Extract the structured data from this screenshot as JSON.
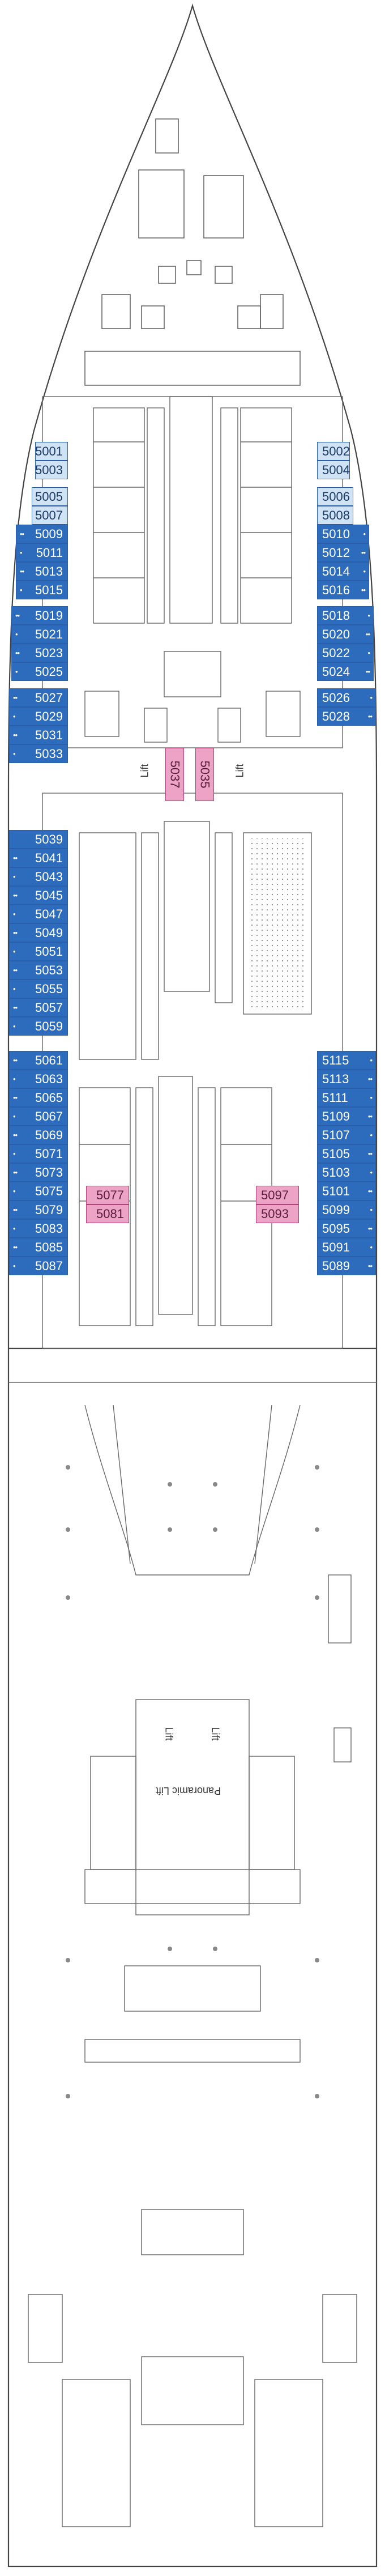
{
  "deck": {
    "left_cabins": [
      {
        "num": "5001",
        "type": "outside",
        "marks": ""
      },
      {
        "num": "5003",
        "type": "outside",
        "marks": ""
      },
      {
        "num": "5005",
        "type": "outside",
        "marks": ""
      },
      {
        "num": "5007",
        "type": "outside",
        "marks": ""
      },
      {
        "num": "5009",
        "type": "balcony",
        "marks": "••"
      },
      {
        "num": "5011",
        "type": "balcony",
        "marks": "•"
      },
      {
        "num": "5013",
        "type": "balcony",
        "marks": "••"
      },
      {
        "num": "5015",
        "type": "balcony",
        "marks": "•"
      },
      {
        "num": "5019",
        "type": "balcony",
        "marks": "••"
      },
      {
        "num": "5021",
        "type": "balcony",
        "marks": "•"
      },
      {
        "num": "5023",
        "type": "balcony",
        "marks": "••"
      },
      {
        "num": "5025",
        "type": "balcony",
        "marks": "•"
      },
      {
        "num": "5027",
        "type": "balcony",
        "marks": "••"
      },
      {
        "num": "5029",
        "type": "balcony",
        "marks": "•"
      },
      {
        "num": "5031",
        "type": "balcony",
        "marks": "••"
      },
      {
        "num": "5033",
        "type": "balcony",
        "marks": "•"
      },
      {
        "num": "5039",
        "type": "balcony",
        "marks": ""
      },
      {
        "num": "5041",
        "type": "balcony",
        "marks": "••"
      },
      {
        "num": "5043",
        "type": "balcony",
        "marks": "•"
      },
      {
        "num": "5045",
        "type": "balcony",
        "marks": "••"
      },
      {
        "num": "5047",
        "type": "balcony",
        "marks": "•"
      },
      {
        "num": "5049",
        "type": "balcony",
        "marks": "••"
      },
      {
        "num": "5051",
        "type": "balcony",
        "marks": "•"
      },
      {
        "num": "5053",
        "type": "balcony",
        "marks": "••"
      },
      {
        "num": "5055",
        "type": "balcony",
        "marks": "•"
      },
      {
        "num": "5057",
        "type": "balcony",
        "marks": "••"
      },
      {
        "num": "5059",
        "type": "balcony",
        "marks": "•"
      },
      {
        "num": "5061",
        "type": "balcony",
        "marks": "••"
      },
      {
        "num": "5063",
        "type": "balcony",
        "marks": "•"
      },
      {
        "num": "5065",
        "type": "balcony",
        "marks": "••"
      },
      {
        "num": "5067",
        "type": "balcony",
        "marks": "•"
      },
      {
        "num": "5069",
        "type": "balcony",
        "marks": "••"
      },
      {
        "num": "5071",
        "type": "balcony",
        "marks": "•"
      },
      {
        "num": "5073",
        "type": "balcony",
        "marks": "••"
      },
      {
        "num": "5075",
        "type": "balcony",
        "marks": "•"
      },
      {
        "num": "5079",
        "type": "balcony",
        "marks": "••"
      },
      {
        "num": "5083",
        "type": "balcony",
        "marks": "•"
      },
      {
        "num": "5085",
        "type": "balcony",
        "marks": "••"
      },
      {
        "num": "5087",
        "type": "balcony",
        "marks": "•"
      }
    ],
    "right_cabins": [
      {
        "num": "5002",
        "type": "outside",
        "marks": ""
      },
      {
        "num": "5004",
        "type": "outside",
        "marks": ""
      },
      {
        "num": "5006",
        "type": "outside",
        "marks": ""
      },
      {
        "num": "5008",
        "type": "outside",
        "marks": ""
      },
      {
        "num": "5010",
        "type": "balcony",
        "marks": "•"
      },
      {
        "num": "5012",
        "type": "balcony",
        "marks": "••"
      },
      {
        "num": "5014",
        "type": "balcony",
        "marks": "•"
      },
      {
        "num": "5016",
        "type": "balcony",
        "marks": "••"
      },
      {
        "num": "5018",
        "type": "balcony",
        "marks": "•"
      },
      {
        "num": "5020",
        "type": "balcony",
        "marks": "••"
      },
      {
        "num": "5022",
        "type": "balcony",
        "marks": "•"
      },
      {
        "num": "5024",
        "type": "balcony",
        "marks": "••"
      },
      {
        "num": "5026",
        "type": "balcony",
        "marks": "•"
      },
      {
        "num": "5028",
        "type": "balcony",
        "marks": "••"
      },
      {
        "num": "5115",
        "type": "balcony",
        "marks": "•"
      },
      {
        "num": "5113",
        "type": "balcony",
        "marks": "••"
      },
      {
        "num": "5111",
        "type": "balcony",
        "marks": "•"
      },
      {
        "num": "5109",
        "type": "balcony",
        "marks": "••"
      },
      {
        "num": "5107",
        "type": "balcony",
        "marks": "•"
      },
      {
        "num": "5105",
        "type": "balcony",
        "marks": "••"
      },
      {
        "num": "5103",
        "type": "balcony",
        "marks": "•"
      },
      {
        "num": "5101",
        "type": "balcony",
        "marks": "••"
      },
      {
        "num": "5099",
        "type": "balcony",
        "marks": "•"
      },
      {
        "num": "5095",
        "type": "balcony",
        "marks": "••"
      },
      {
        "num": "5091",
        "type": "balcony",
        "marks": "•"
      },
      {
        "num": "5089",
        "type": "balcony",
        "marks": "••"
      }
    ],
    "inner_cabins": [
      {
        "num": "5037",
        "type": "inside"
      },
      {
        "num": "5035",
        "type": "inside"
      },
      {
        "num": "5077",
        "type": "inside"
      },
      {
        "num": "5081",
        "type": "inside"
      },
      {
        "num": "5097",
        "type": "inside"
      },
      {
        "num": "5093",
        "type": "inside"
      }
    ],
    "labels": {
      "lift_1": "Lift",
      "lift_2": "Lift",
      "lift_3": "Lift",
      "lift_4": "Lift",
      "panoramic_lift": "Panoramic Lift"
    }
  },
  "colors": {
    "balcony": "#2d6cbd",
    "outside": "#cfe3f5",
    "inside": "#eda3c6",
    "walls": "#555555"
  }
}
